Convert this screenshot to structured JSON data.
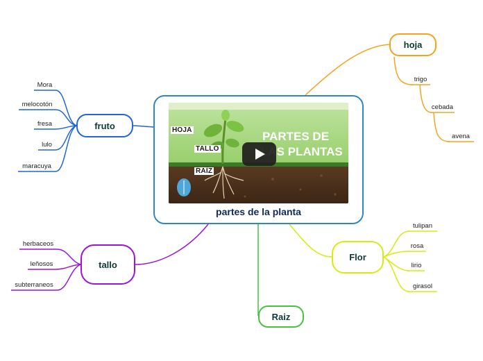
{
  "central": {
    "title": "partes de la planta",
    "video": {
      "title_line1": "PARTES DE",
      "title_line2": "LAS PLANTAS",
      "label_hoja": "HOJA",
      "label_tallo": "TALLO",
      "label_raiz": "RAÍZ"
    }
  },
  "branches": {
    "hoja": {
      "label": "hoja",
      "color": "#f6a21e",
      "items": [
        "trigo",
        "cebada",
        "avena"
      ]
    },
    "fruto": {
      "label": "fruto",
      "color": "#1f66d6",
      "items": [
        "Mora",
        "melocotón",
        "fresa",
        "lulo",
        "maracuya"
      ]
    },
    "tallo": {
      "label": "tallo",
      "color": "#9b14d8",
      "items": [
        "herbaceos",
        "leñosos",
        "subterraneos"
      ]
    },
    "flor": {
      "label": "Flor",
      "color": "#d6ec10",
      "items": [
        "tulipan",
        "rosa",
        "lirio",
        "girasol"
      ]
    },
    "raiz": {
      "label": "Raiz",
      "color": "#46c33c"
    }
  }
}
